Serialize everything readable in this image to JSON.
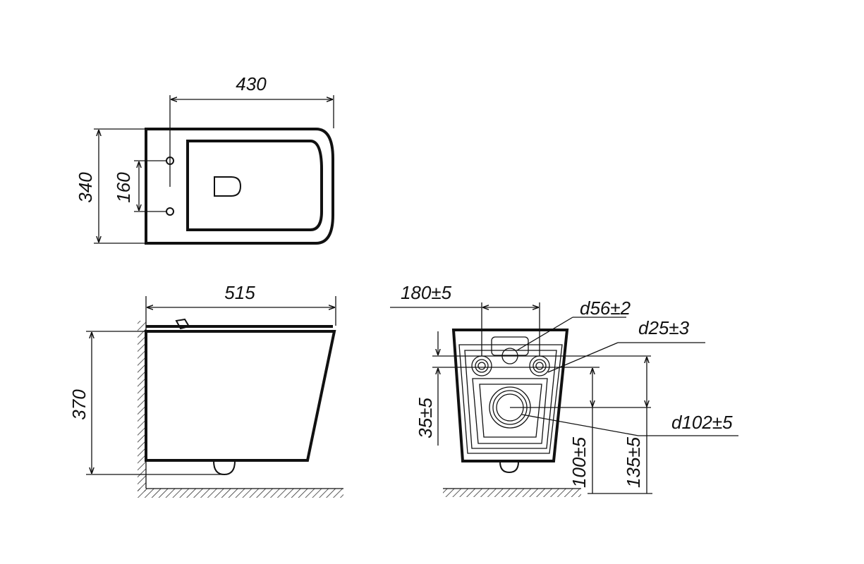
{
  "top_view": {
    "width_label": "430",
    "depth_label": "340",
    "bolt_spacing_label": "160"
  },
  "side_view": {
    "length_label": "515",
    "height_label": "370"
  },
  "rear_view": {
    "bolt_span_label": "180±5",
    "inlet_label": "d56±2",
    "bolt_hole_label": "d25±3",
    "outlet_label": "d102±5",
    "offset_label": "35±5",
    "outlet_height_label": "100±5",
    "bolt_height_label": "135±5"
  }
}
